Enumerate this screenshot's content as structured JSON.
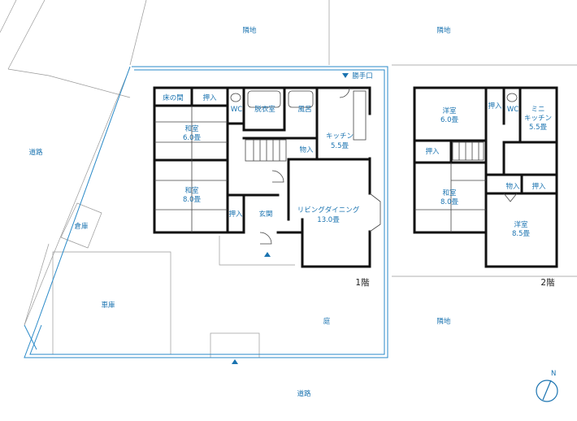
{
  "labels": {
    "neighbor_top_left": "隣地",
    "neighbor_top_right": "隣地",
    "neighbor_right": "隣地",
    "road_left": "道路",
    "road_bottom": "道路",
    "storage": "倉庫",
    "garage": "車庫",
    "garden": "庭",
    "back_door": "勝手口",
    "compass_n": "N"
  },
  "floor1": {
    "name": "1階",
    "tokonoma": "床の間",
    "oshiire_top": "押入",
    "wc": "WC",
    "dressing": "脱衣室",
    "bath": "風呂",
    "washitsu1_name": "和室",
    "washitsu1_size": "6.0畳",
    "kitchen_name": "キッチン",
    "kitchen_size": "5.5畳",
    "storage_in": "物入",
    "washitsu2_name": "和室",
    "washitsu2_size": "8.0畳",
    "oshiire_left": "押入",
    "entrance": "玄関",
    "living_name": "リビングダイニング",
    "living_size": "13.0畳"
  },
  "floor2": {
    "name": "2階",
    "youshitsu1_name": "洋室",
    "youshitsu1_size": "6.0畳",
    "oshiire_a": "押入",
    "wc": "WC",
    "mini_kitchen_line1": "ミニ",
    "mini_kitchen_line2": "キッチン",
    "mini_kitchen_size": "5.5畳",
    "oshiire_b": "押入",
    "washitsu_name": "和室",
    "washitsu_size": "8.0畳",
    "storage_in": "物入",
    "oshiire_c": "押入",
    "youshitsu2_name": "洋室",
    "youshitsu2_size": "8.5畳"
  }
}
